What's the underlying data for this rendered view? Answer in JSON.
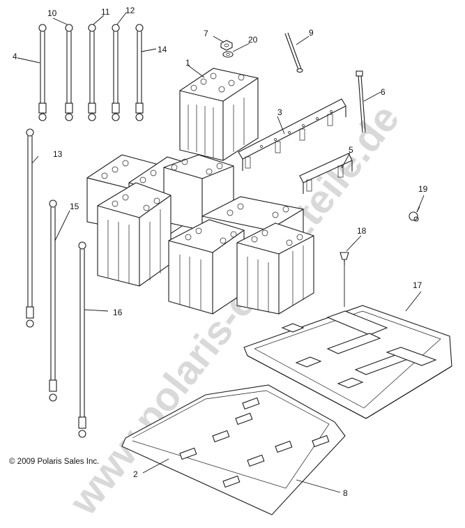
{
  "copyright": "© 2009 Polaris Sales Inc.",
  "watermark": "www.polaris-ersatzteile.de",
  "callouts": {
    "c1": "1",
    "c2": "2",
    "c3": "3",
    "c4": "4",
    "c5": "5",
    "c6": "6",
    "c7": "7",
    "c8": "8",
    "c9": "9",
    "c10": "10",
    "c11": "11",
    "c12": "12",
    "c13": "13",
    "c14": "14",
    "c15": "15",
    "c16": "16",
    "c17": "17",
    "c18": "18",
    "c19": "19",
    "c20": "20"
  }
}
